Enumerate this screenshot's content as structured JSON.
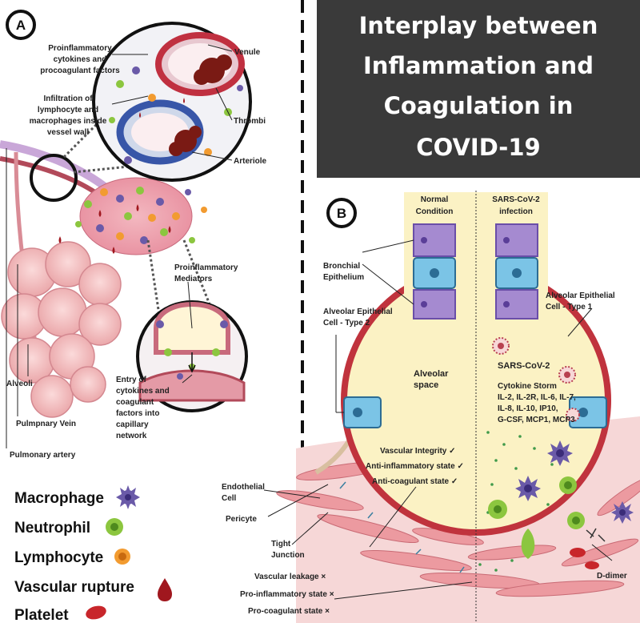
{
  "title_lines": [
    "Interplay between",
    "Inflammation and",
    "Coagulation in",
    "COVID-19"
  ],
  "panel_a": {
    "badge": "A",
    "labels": {
      "proinflammatory_cytokines": [
        "Proinflammatory",
        "cytokines and",
        "procoagulant factors"
      ],
      "infiltration": [
        "Infiltration of",
        "lymphocyte and",
        "macrophages inside",
        "vessel wall"
      ],
      "venule": "Venule",
      "thrombi": "Thrombi",
      "arteriole": "Arteriole",
      "proinflammatory_mediators": [
        "Proinflammatory",
        "Mediators"
      ],
      "entry": [
        "Entry of",
        "cytokines and",
        "coagulant",
        "factors into",
        "capillary",
        "network"
      ],
      "alveoli": "Alveoli",
      "pulmonary_vein": "Pulmpnary Vein",
      "pulmonary_artery": "Pulmonary artery"
    },
    "legend": [
      {
        "label": "Macrophage",
        "icon": "macrophage-icon",
        "color": "#6a5aa8"
      },
      {
        "label": "Neutrophil",
        "icon": "neutrophil-icon",
        "color": "#8cc63f"
      },
      {
        "label": "Lymphocyte",
        "icon": "lymphocyte-icon",
        "color": "#f29b30"
      },
      {
        "label": "Vascular rupture",
        "icon": "blood-drop-icon",
        "color": "#a0171e"
      },
      {
        "label": "Platelet",
        "icon": "platelet-icon",
        "color": "#c8262b"
      }
    ]
  },
  "panel_b": {
    "badge": "B",
    "normal_header": [
      "Normal",
      "Condition"
    ],
    "infection_header": [
      "SARS-CoV-2",
      "infection"
    ],
    "bronchial": [
      "Bronchial",
      "Epithelium"
    ],
    "type1": [
      "Alveolar Epithelial",
      "Cell - Type 1"
    ],
    "type2": [
      "Alveolar Epithelial",
      "Cell - Type 2"
    ],
    "virus": "SARS-CoV-2",
    "alveolar_space": [
      "Alveolar",
      "space"
    ],
    "cytokine_storm": [
      "Cytokine Storm",
      "IL-2, IL-2R, IL-6, IL-7,",
      "IL-8, IL-10, IP10,",
      "G-CSF, MCP1, MCP3"
    ],
    "normal_states": [
      "Vascular Integrity ✓",
      "Anti-inflammatory state ✓",
      "Anti-coagulant state ✓"
    ],
    "endothelial": [
      "Endothelial",
      "Cell"
    ],
    "pericyte": "Pericyte",
    "tight_junction": [
      "Tight",
      "Junction"
    ],
    "infection_states": [
      "Vascular leakage ×",
      "Pro-inflammatory state ×",
      "Pro-coagulant state ×"
    ],
    "d_dimer": "D-dimer"
  },
  "colors": {
    "title_bg": "#3a3a3a",
    "alveolus_fill": "#fbf2c4",
    "alveolus_wall": "#c0333d",
    "epithelium_purple": "#a58ad0",
    "epithelium_blue": "#7bc4e6",
    "tissue_pink": "#f6d7d7"
  }
}
